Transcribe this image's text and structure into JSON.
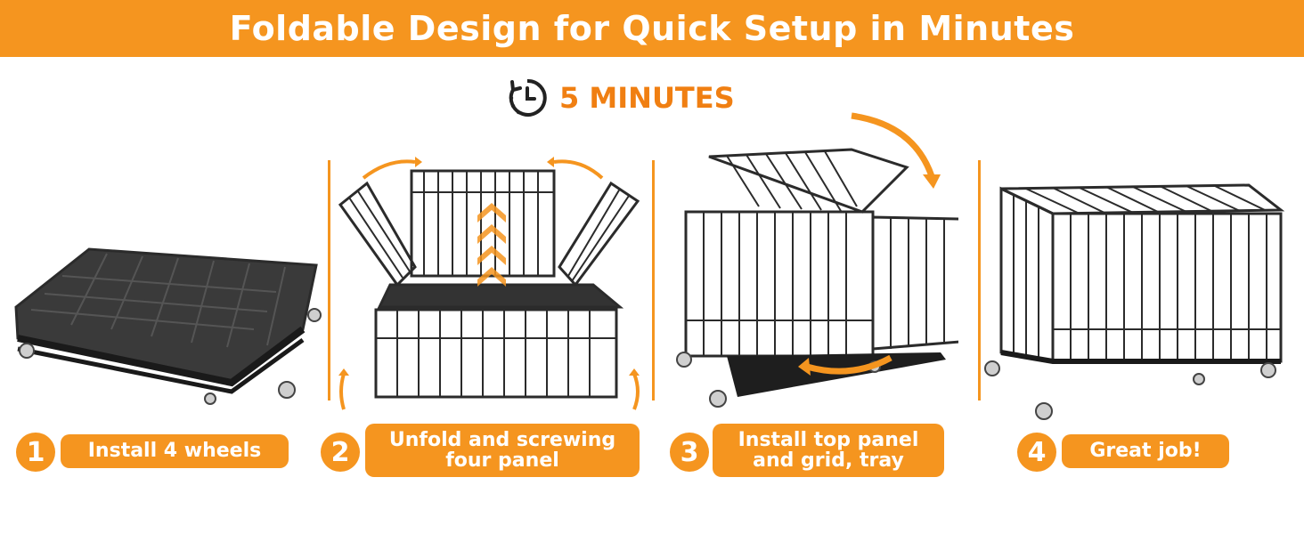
{
  "header": {
    "title": "Foldable Design for Quick Setup in Minutes"
  },
  "timer": {
    "icon": "clock-icon",
    "label": "5 MINUTES"
  },
  "colors": {
    "accent": "#f5951f",
    "accent_text": "#f07f12",
    "metal": "#2b2b2b"
  },
  "steps": [
    {
      "number": "1",
      "label": "Install 4 wheels"
    },
    {
      "number": "2",
      "label_line1": "Unfold and screwing",
      "label_line2": "four panel"
    },
    {
      "number": "3",
      "label_line1": "Install top panel",
      "label_line2": "and grid, tray"
    },
    {
      "number": "4",
      "label": "Great job!"
    }
  ]
}
